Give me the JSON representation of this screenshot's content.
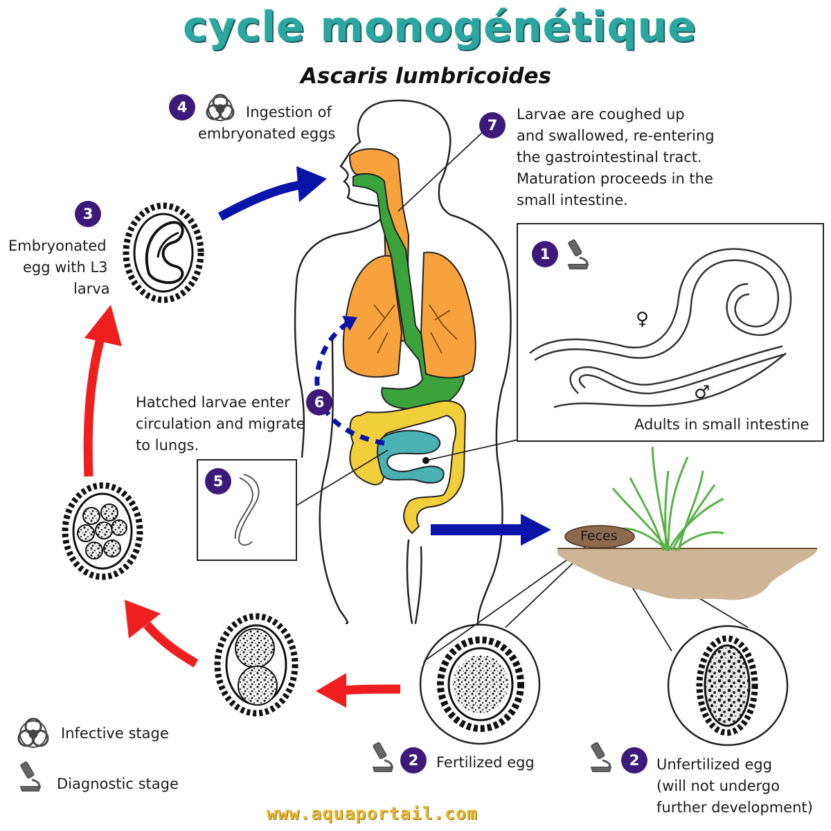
{
  "title": "cycle monogénétique",
  "species": "Ascaris lumbricoides",
  "steps": {
    "s1": {
      "num": "1",
      "caption": "Adults in small intestine"
    },
    "s2a": {
      "num": "2",
      "caption": "Fertilized egg"
    },
    "s2b": {
      "num": "2",
      "caption_line1": "Unfertilized egg",
      "caption_line2": "(will not undergo",
      "caption_line3": "further development)"
    },
    "s3": {
      "num": "3",
      "line1": "Embryonated",
      "line2": "egg with L3",
      "line3": "larva"
    },
    "s4": {
      "num": "4",
      "line1": "Ingestion of",
      "line2": "embryonated eggs"
    },
    "s5": {
      "num": "5"
    },
    "s6": {
      "num": "6",
      "line1": "Hatched larvae enter",
      "line2": "circulation and migrate",
      "line3": "to lungs."
    },
    "s7": {
      "num": "7",
      "line1": "Larvae are coughed up",
      "line2": "and swallowed, re-entering",
      "line3": "the gastrointestinal tract.",
      "line4": "Maturation proceeds in the",
      "line5": "small intestine."
    }
  },
  "feces_label": "Feces",
  "female_symbol": "♀",
  "male_symbol": "♂",
  "legend": {
    "infective": "Infective stage",
    "diagnostic": "Diagnostic stage"
  },
  "footer": "www.aquaportail.com",
  "colors": {
    "badge": "#3d1a7a",
    "arrow_red": "#f01f1f",
    "arrow_blue": "#0a14a8",
    "lungs": "#f7a23c",
    "esophagus": "#3aa33c",
    "small_intestine": "#4ab1b5",
    "large_intestine": "#f1cf3b",
    "title": "#2ba6a0"
  },
  "icons": [
    "biohazard-icon",
    "microscope-icon"
  ]
}
